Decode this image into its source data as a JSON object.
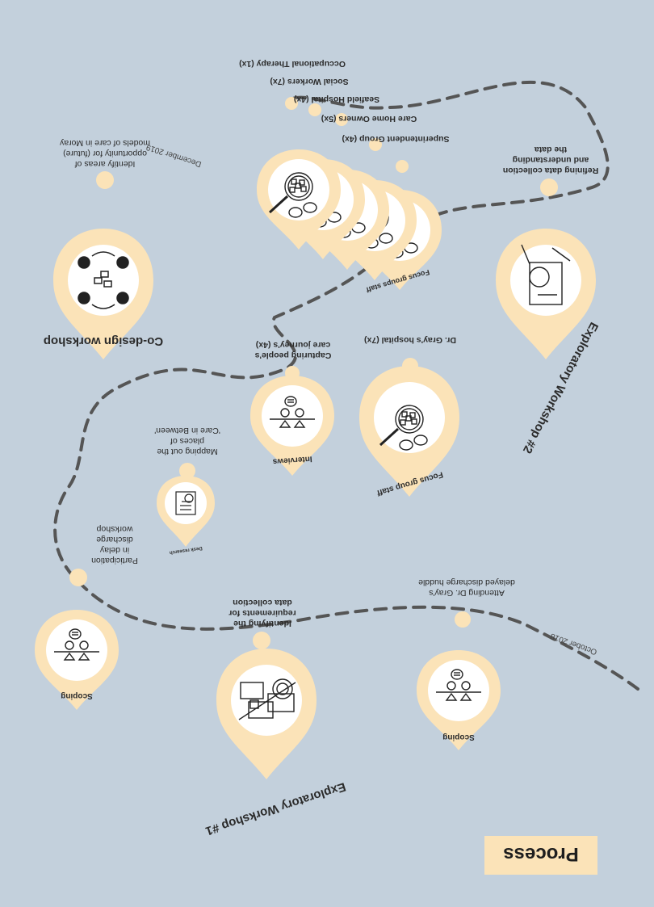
{
  "header": {
    "title": "Process"
  },
  "timeline": {
    "start_date": "October 2018",
    "end_date": "December 2019"
  },
  "milestones": {
    "scoping_1": "Scoping",
    "huddle": [
      "Attending Dr. Gray's",
      "delayed discharge huddle"
    ],
    "workshop_1": "Exploratory Workshop #1",
    "requirements": [
      "Identifying the",
      "requirements for",
      "data collection"
    ],
    "scoping_2": "Scoping",
    "delay_workshop": [
      "Participation",
      "in delay",
      "discharge",
      "workshop"
    ],
    "desk_research": "Desk research",
    "mapping": [
      "Mapping out the",
      "places of",
      "'Care in Between'"
    ],
    "interviews": "Interviews",
    "journeys": [
      "Capturing people's",
      "care journey's (4x)"
    ],
    "focus_group": "Focus group staff",
    "gray_hospital": "Dr. Gray's hospital (7x)",
    "workshop_2": "Exploratory Workshop #2",
    "refining": [
      "Refining data collection",
      "and understanding",
      "the data"
    ],
    "focus_groups": "Focus groups staff",
    "groups": [
      "Superintendent Group (4x)",
      "Care Home Owners (5x)",
      "Seafield Hospital (4x)",
      "Social Workers (7x)",
      "Occupational Therapy (1x)"
    ],
    "codesign": "Co-design workshop",
    "identify": [
      "Identify areas of",
      "opportunity for (future)",
      "models of care in Moray"
    ]
  }
}
